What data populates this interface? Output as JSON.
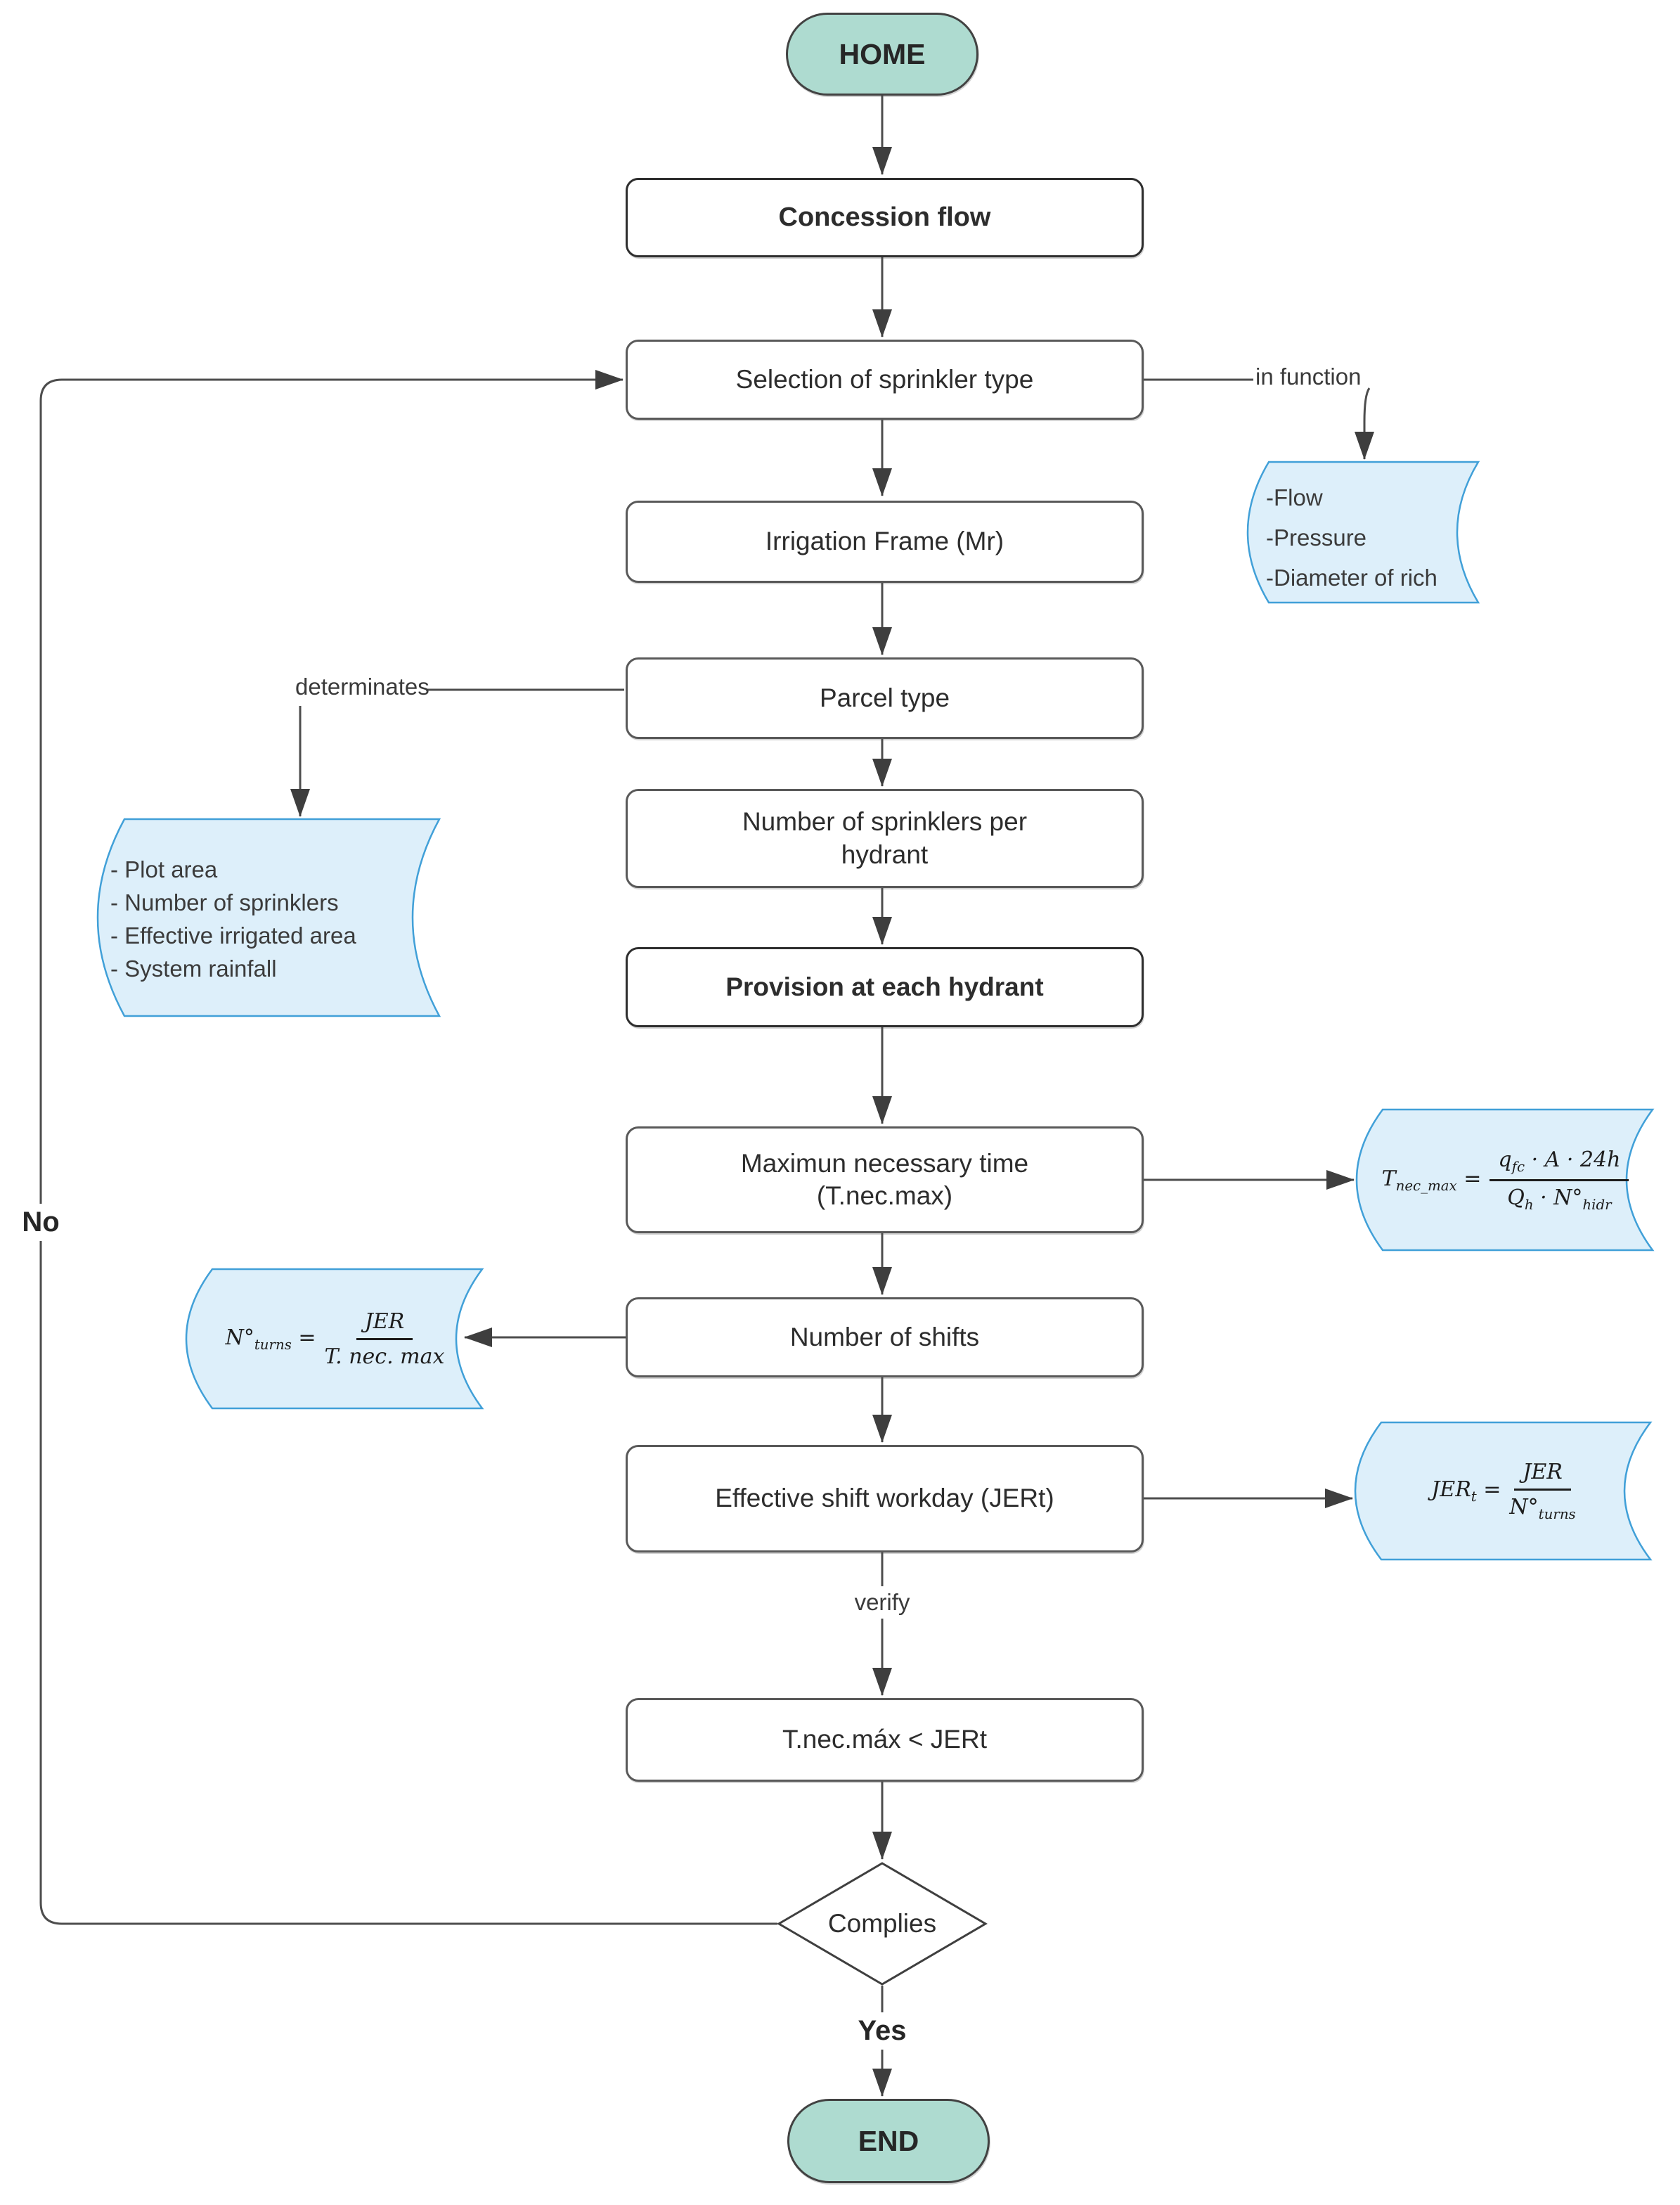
{
  "nodes": {
    "home": {
      "label": "HOME"
    },
    "concession": {
      "label": "Concession flow"
    },
    "selection": {
      "label": "Selection of sprinkler type"
    },
    "irrigation": {
      "label": "Irrigation Frame (Mr)"
    },
    "parcel": {
      "label": "Parcel type"
    },
    "sprinklers_per_hydrant": {
      "label": "Number of sprinklers per hydrant"
    },
    "provision": {
      "label": "Provision at each hydrant"
    },
    "max_time": {
      "label": "Maximun necessary time (T.nec.max)"
    },
    "shifts": {
      "label": "Number of shifts"
    },
    "jert": {
      "label": "Effective shift workday (JERt)"
    },
    "check": {
      "label": "T.nec.máx < JERt"
    },
    "complies": {
      "label": "Complies"
    },
    "end": {
      "label": "END"
    }
  },
  "edge_labels": {
    "in_function": "in function",
    "determinates": "determinates",
    "verify": "verify",
    "yes": "Yes",
    "no": "No"
  },
  "stores": {
    "sprinkler_params": {
      "items": [
        "-Flow",
        "-Pressure",
        "-Diameter of rich"
      ]
    },
    "parcel_params": {
      "items": [
        "- Plot area",
        "- Number of sprinklers",
        "- Effective irrigated area",
        "- System rainfall"
      ]
    },
    "formula_tnec": {
      "lhs": "T<sub>nec_max</sub> =",
      "numerator": "q<sub>fc</sub> · A · 24h",
      "denominator": "Q<sub>h</sub> · N°<sub>hidr</sub>"
    },
    "formula_turns": {
      "lhs": "N°<sub>turns</sub> =",
      "numerator": "JER",
      "denominator": "T. nec. max"
    },
    "formula_jert": {
      "lhs": "JER<sub>t</sub> =",
      "numerator": "JER",
      "denominator": "N°<sub>turns</sub>"
    }
  },
  "colors": {
    "terminal_fill": "#aedbd0",
    "store_fill": "#ddeffa",
    "store_stroke": "#41a0d8",
    "box_stroke": "#595959",
    "line": "#4d4d4d"
  }
}
